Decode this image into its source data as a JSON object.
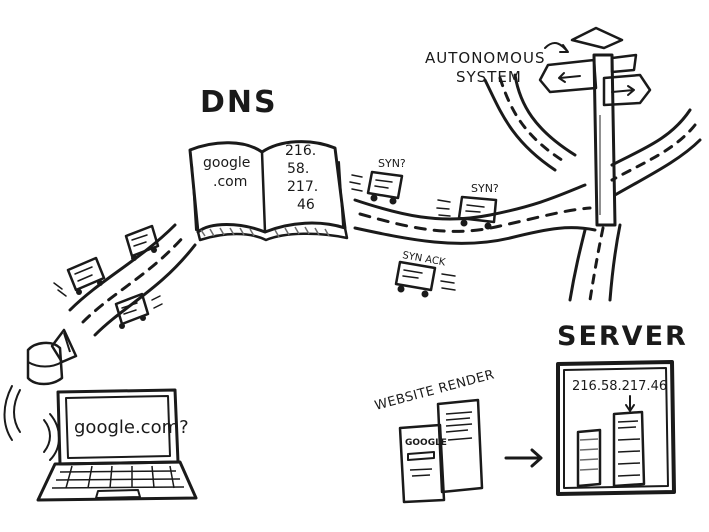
{
  "labels": {
    "dns": "DNS",
    "book_left_line1": "google",
    "book_left_line2": ".com",
    "book_right_line1": "216.",
    "book_right_line2": "58.",
    "book_right_line3": "217.",
    "book_right_line4": "46",
    "autonomous_line1": "AUTONOMOUS",
    "autonomous_line2": "SYSTEM",
    "syn_1": "SYN?",
    "syn_2": "SYN?",
    "synack": "SYN ACK",
    "server": "SERVER",
    "server_ip": "216.58.217.46",
    "website_render": "WEBSITE RENDER",
    "browser_logo": "GOOGLE",
    "laptop_screen": "google.com?"
  },
  "colors": {
    "ink": "#1a1a1a",
    "paper": "#ffffff",
    "shade": "#6b6b6b",
    "light_shade": "#bdbdbd"
  }
}
